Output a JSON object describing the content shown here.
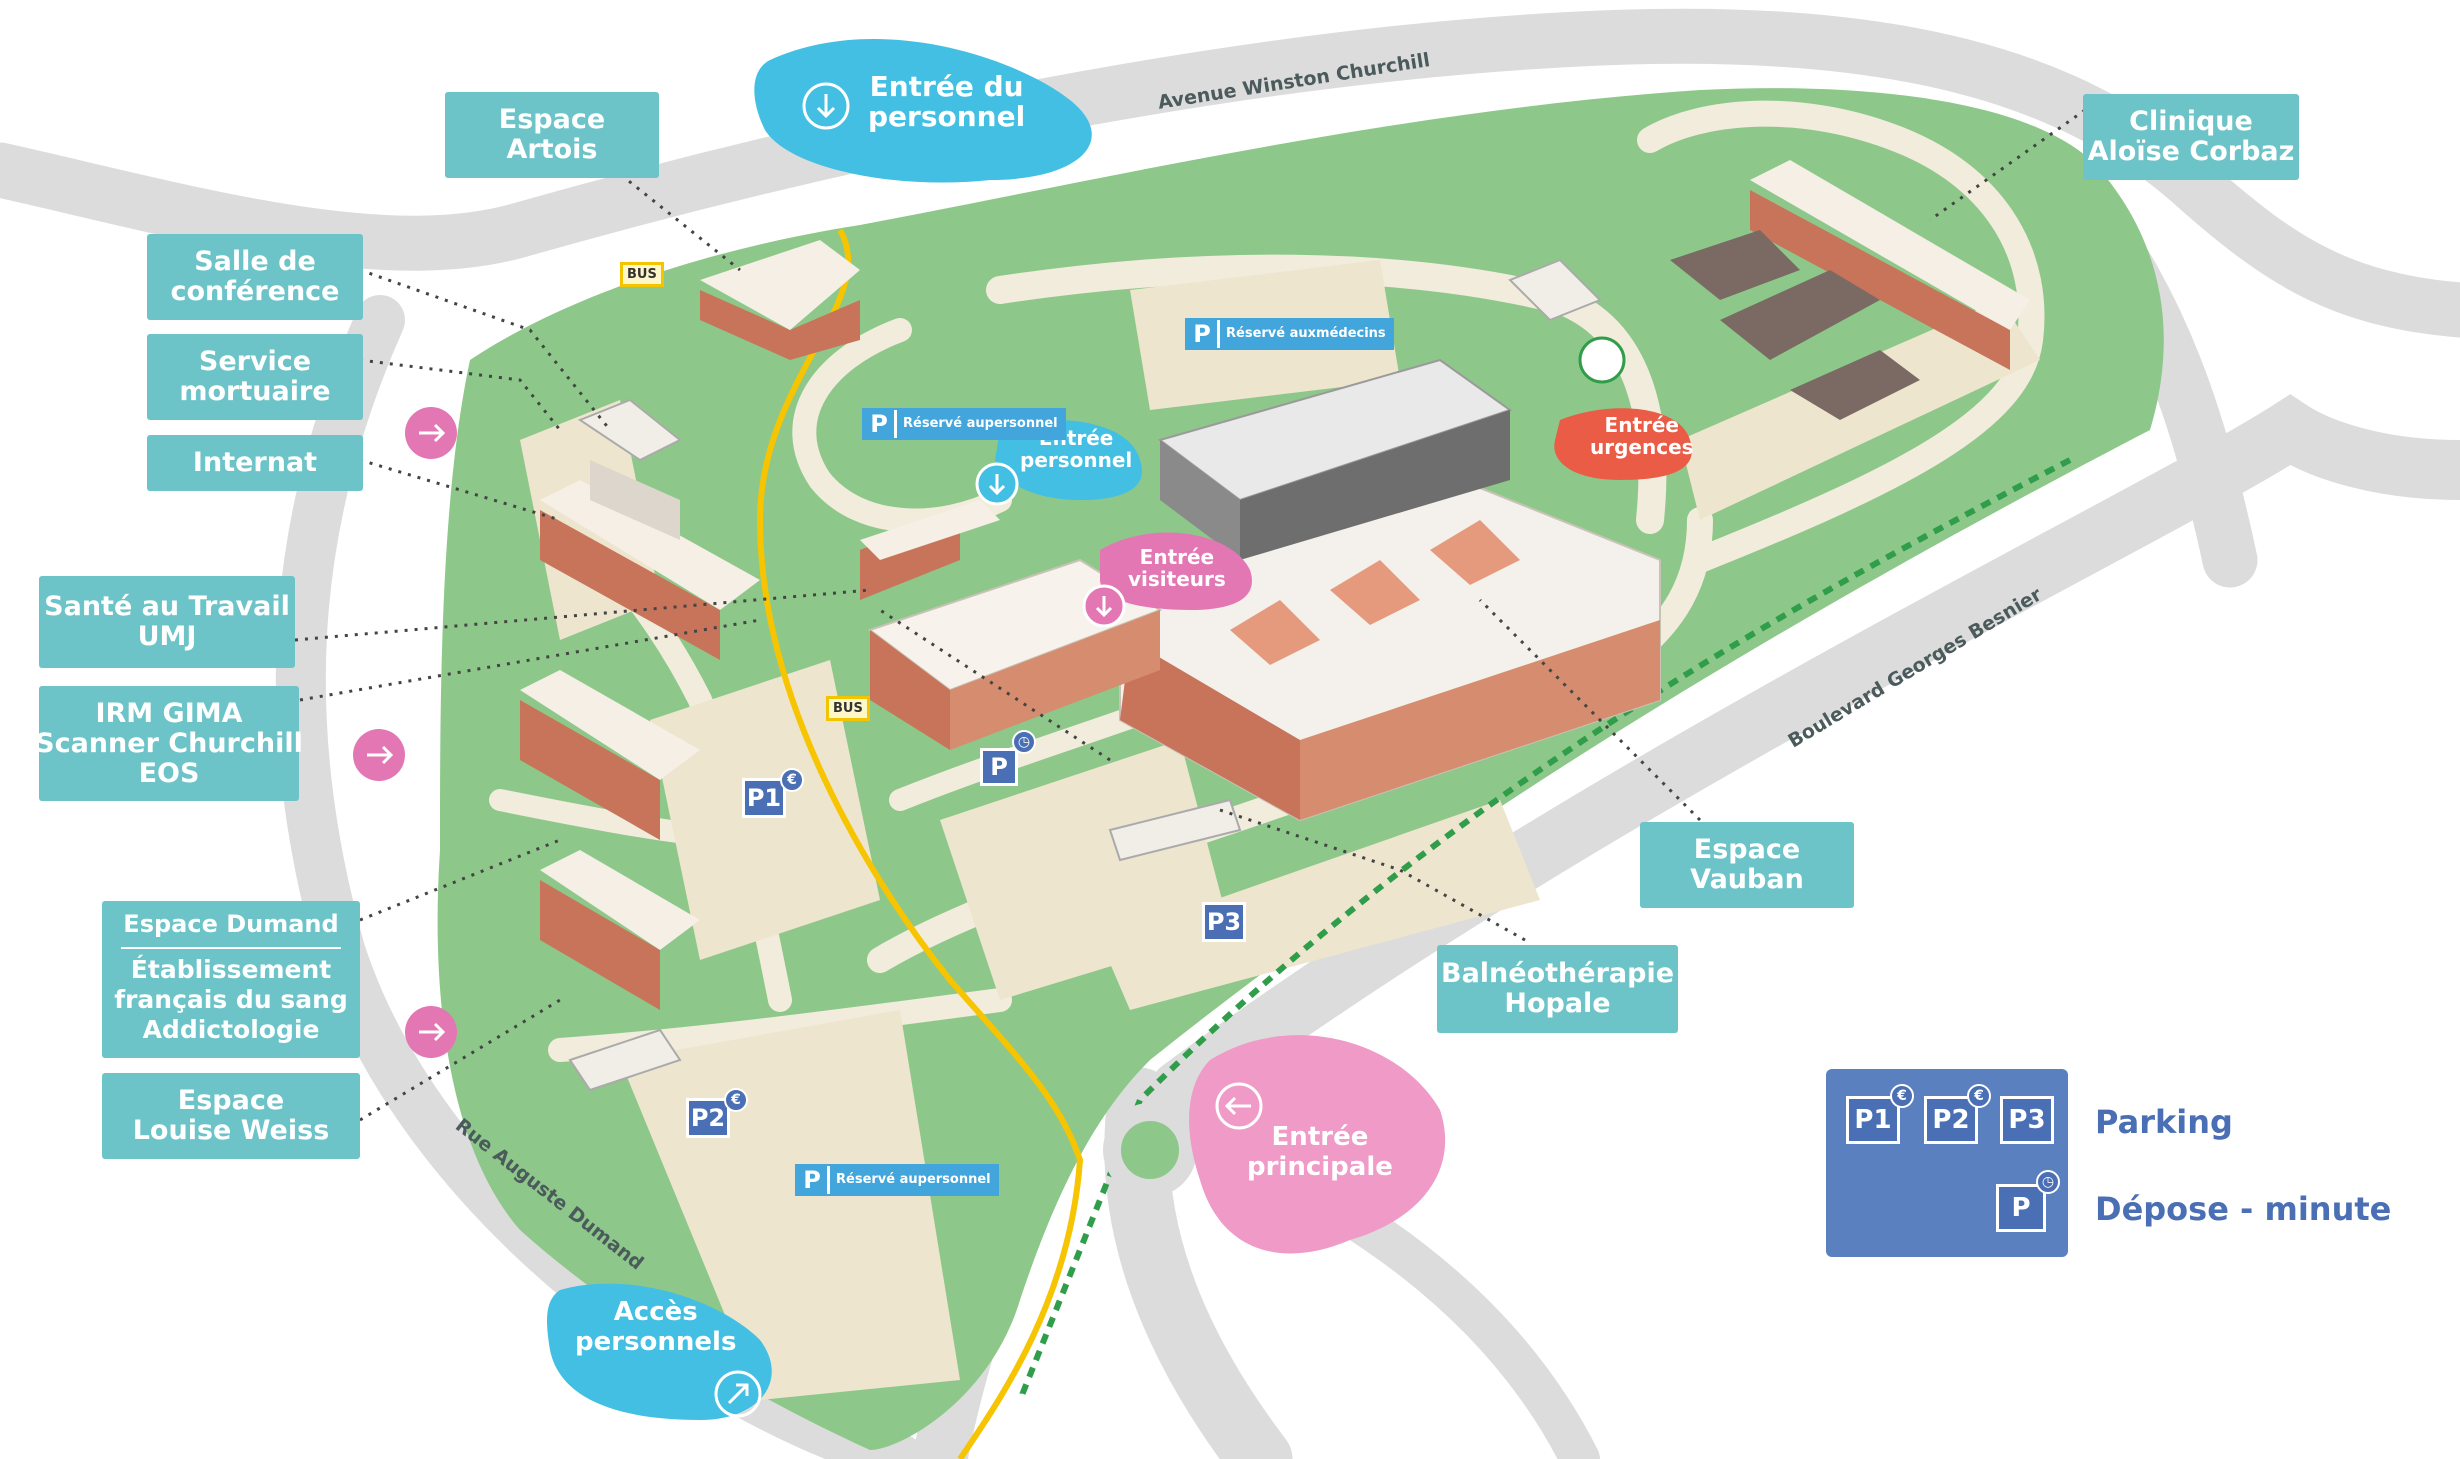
{
  "labels": {
    "espace_artois": [
      "Espace",
      "Artois"
    ],
    "salle_conference": [
      "Salle de",
      "conférence"
    ],
    "service_mortuaire": [
      "Service",
      "mortuaire"
    ],
    "internat": [
      "Internat"
    ],
    "sante_travail": [
      "Santé au Travail",
      "UMJ"
    ],
    "irm": [
      "IRM GIMA",
      "Scanner Churchill",
      "EOS"
    ],
    "espace_dumand": [
      "Espace Dumand"
    ],
    "etablissement": [
      "Établissement",
      "français du sang",
      "Addictologie"
    ],
    "louise_weiss": [
      "Espace",
      "Louise Weiss"
    ],
    "clinique": [
      "Clinique",
      "Aloïse Corbaz"
    ],
    "vauban": [
      "Espace",
      "Vauban"
    ],
    "balneo": [
      "Balnéothérapie",
      "Hopale"
    ]
  },
  "entrances": {
    "personnel_top": [
      "Entrée du",
      "personnel"
    ],
    "personnel_mid": [
      "Entrée",
      "personnel"
    ],
    "visiteurs": [
      "Entrée",
      "visiteurs"
    ],
    "urgences": [
      "Entrée",
      "urgences"
    ],
    "principale": [
      "Entrée",
      "principale"
    ],
    "acces_personnels": [
      "Accès",
      "personnels"
    ]
  },
  "streets": {
    "churchill": "Avenue Winston Churchill",
    "besnier": "Boulevard Georges Besnier",
    "dumand": "Rue Auguste Dumand"
  },
  "parking": {
    "p1": "P1",
    "p2": "P2",
    "p3": "P3",
    "p": "P",
    "euro": "€",
    "reserve_personnel": [
      "Réservé au",
      "personnel"
    ],
    "reserve_medecins": [
      "Réservé aux",
      "médecins"
    ]
  },
  "bus": "BUS",
  "legend": {
    "parking": "Parking",
    "depose": "Dépose - minute",
    "boxes": [
      "P1",
      "P2",
      "P3"
    ],
    "p": "P",
    "euro": "€"
  },
  "colors": {
    "label_bg": "#6cc4c8",
    "blue_blob": "#42bfe2",
    "pink_blob": "#ef9ac7",
    "pink_arrow": "#e377b4",
    "urgences": "#ea5c45",
    "parking_blue": "#4b6fb4",
    "grass": "#8dc88a",
    "road": "#dcdcdc",
    "bus_road": "#f6c400"
  }
}
